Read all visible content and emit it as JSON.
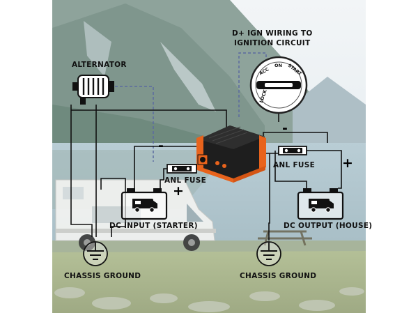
{
  "labels": {
    "ign_line1": "D+ IGN WIRING TO",
    "ign_line2": "IGNITION CIRCUIT",
    "alternator": "ALTERNATOR",
    "anl_fuse_left": "ANL FUSE",
    "anl_fuse_right": "ANL FUSE",
    "dc_input": "DC INPUT (STARTER)",
    "dc_output": "DC OUTPUT (HOUSE)",
    "chassis_ground_left": "CHASSIS GROUND",
    "chassis_ground_right": "CHASSIS GROUND"
  },
  "signs": {
    "minus_converter": "-",
    "minus_fuse": "-",
    "plus_right": "+",
    "plus_input": "+"
  },
  "ignition_switch": {
    "lock": "LOCK",
    "acc": "ACC",
    "on": "ON",
    "start": "START"
  },
  "colors": {
    "wire": "#111111",
    "ign_wire": "#5b6aa0",
    "converter_body": "#1e1e1e",
    "converter_accent": "#e8631c"
  }
}
